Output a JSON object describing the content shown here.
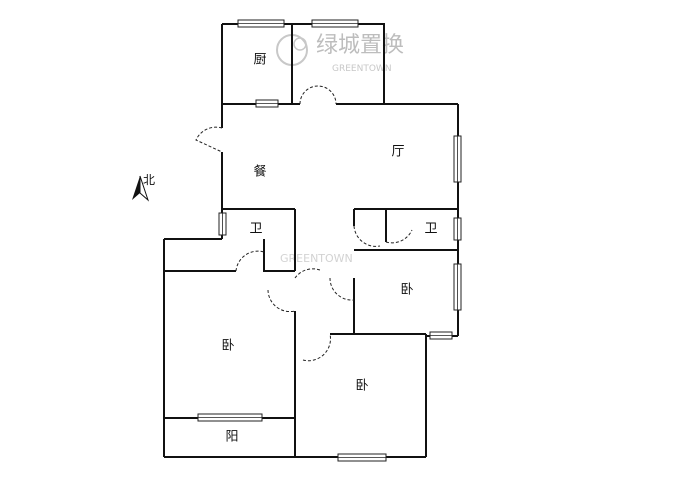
{
  "rooms": {
    "kitchen": "厨",
    "dining": "餐",
    "living": "厅",
    "bath_left": "卫",
    "bath_right": "卫",
    "bedroom_right": "卧",
    "bedroom_left": "卧",
    "bedroom_bottom": "卧",
    "balcony": "阳"
  },
  "compass": {
    "label": "北",
    "icon": "north-arrow-icon"
  },
  "watermark": {
    "brand_cn": "绿城置换",
    "brand_en": "GREENTOWN",
    "logo_icon": "greentown-logo-icon"
  }
}
